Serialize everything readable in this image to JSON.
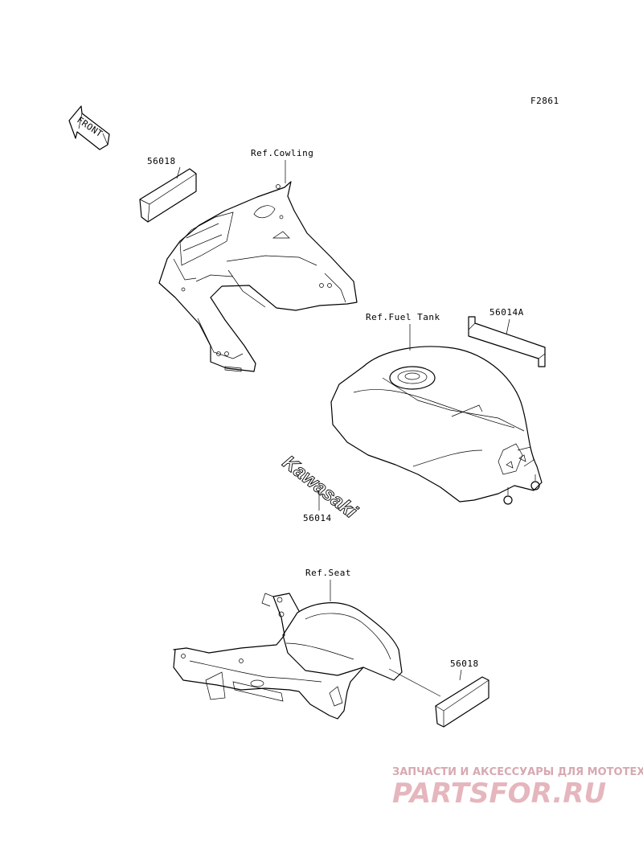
{
  "figure_code": "F2861",
  "front_arrow": "FRONT",
  "labels": {
    "cowling_ref": "Ref.Cowling",
    "fuel_tank_ref": "Ref.Fuel Tank",
    "seat_ref": "Ref.Seat",
    "part_top_left": "56018",
    "part_right": "56014A",
    "part_center": "56014",
    "part_bottom": "56018"
  },
  "decal_text": "Kawasaki",
  "watermark": {
    "line1": "ЗАПЧАСТИ И АКСЕССУАРЫ ДЛЯ МОТОТЕХНИКИ",
    "line2": "PARTSFOR.RU"
  }
}
